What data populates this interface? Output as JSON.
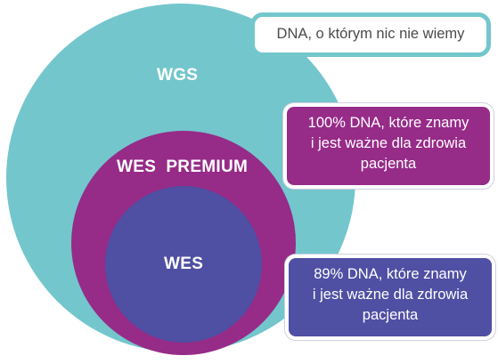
{
  "colors": {
    "wgs": "#73c6cc",
    "wes_premium": "#962b88",
    "wes": "#4f4fa3",
    "text_dark": "#4a4a4a",
    "white": "#ffffff"
  },
  "circles": {
    "wgs_label": "WGS",
    "wes_premium_label": "WES  PREMIUM",
    "wes_label": "WES"
  },
  "callouts": {
    "unknown_dna": "DNA, o którym nic nie wiemy",
    "premium_text": "100% DNA, które znamy\ni jest ważne dla zdrowia\npacjenta",
    "wes_text": "89% DNA, które znamy\ni jest ważne dla zdrowia\npacjenta"
  }
}
